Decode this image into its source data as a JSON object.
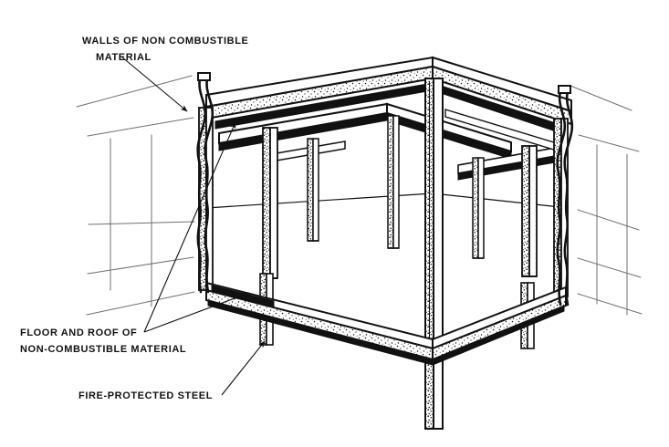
{
  "figure": {
    "title": "Fire-protected steel frame building cutaway",
    "ink_color": "#000000",
    "background_color": "#ffffff",
    "ghost_line_color": "#6f6f6f"
  },
  "annotations": {
    "walls": {
      "name": "walls-of-non-combustible-material",
      "line1": "WALLS OF NON COMBUSTIBLE",
      "line2": "MATERIAL"
    },
    "floor_roof": {
      "name": "floor-and-roof-of-non-combustible-material",
      "line1": "FLOOR AND ROOF OF",
      "line2": "NON-COMBUSTIBLE MATERIAL"
    },
    "steel": {
      "name": "fire-protected-steel",
      "line1": "FIRE-PROTECTED STEEL"
    }
  }
}
